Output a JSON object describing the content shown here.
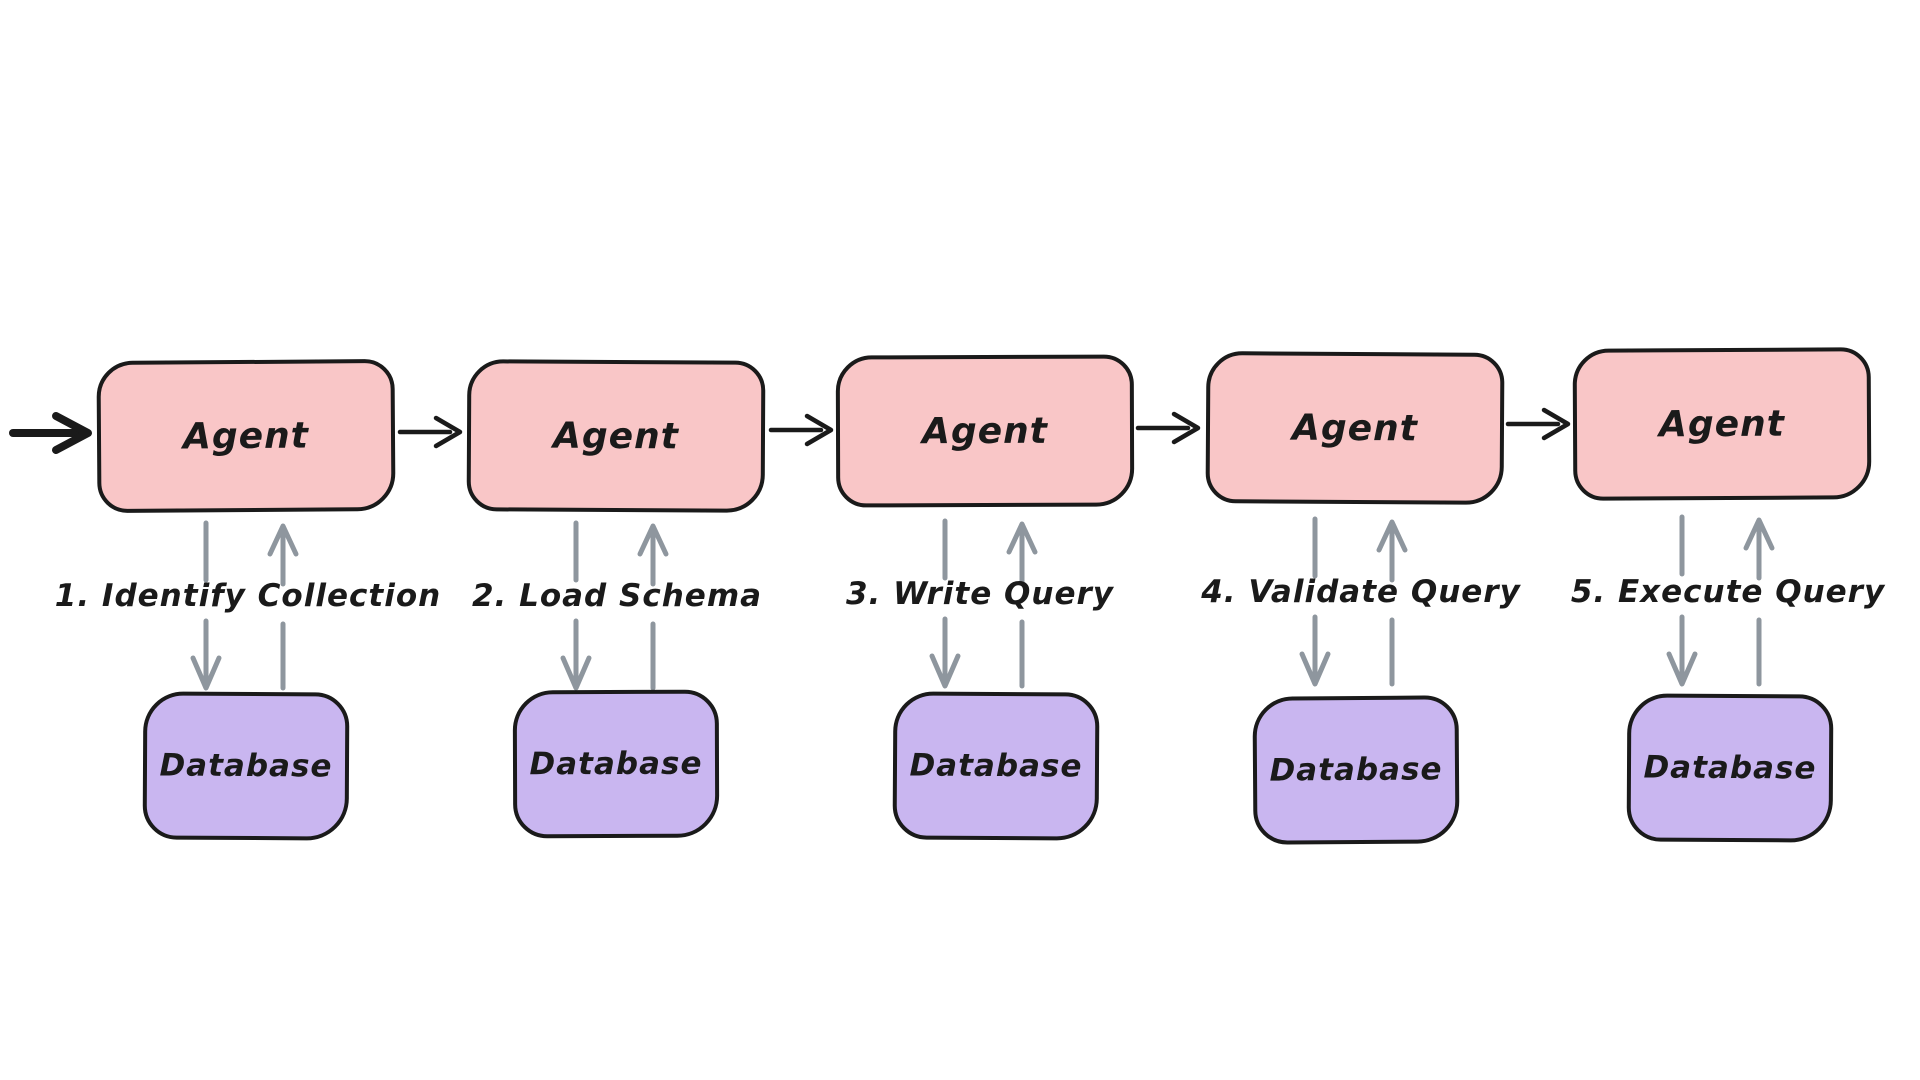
{
  "diagram": {
    "colors": {
      "background": "#ffffff",
      "agent_fill": "#f9c6c7",
      "database_fill": "#c9b6f0",
      "node_border": "#1a1a1a",
      "flow_arrow": "#1a1a1a",
      "data_arrow": "#8e969e",
      "text": "#1a1a1a"
    },
    "stages": [
      {
        "step": "1. Identify Collection",
        "agent": "Agent",
        "database": "Database"
      },
      {
        "step": "2. Load Schema",
        "agent": "Agent",
        "database": "Database"
      },
      {
        "step": "3. Write Query",
        "agent": "Agent",
        "database": "Database"
      },
      {
        "step": "4. Validate Query",
        "agent": "Agent",
        "database": "Database"
      },
      {
        "step": "5. Execute Query",
        "agent": "Agent",
        "database": "Database"
      }
    ]
  }
}
